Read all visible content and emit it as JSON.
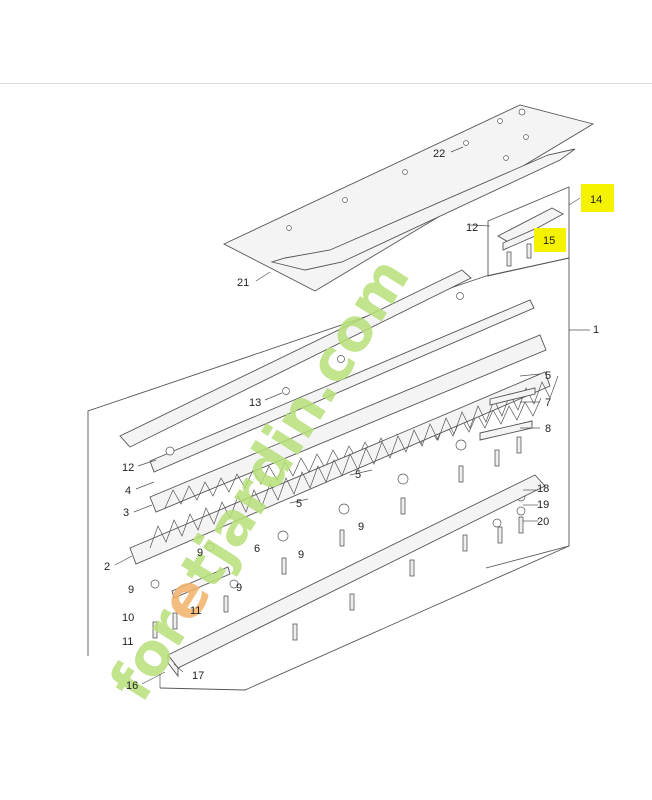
{
  "diagram": {
    "watermark": {
      "brand_green_1": "for",
      "brand_orange": "e",
      "brand_green_2": "tjardin.com",
      "color_green": "#b7e07a",
      "color_orange": "#f3b26a"
    },
    "highlight_color": "#f5f200",
    "labels": {
      "p1": "1",
      "p2": "2",
      "p3": "3",
      "p4": "4",
      "p5a": "5",
      "p5b": "5",
      "p5c": "5",
      "p6": "6",
      "p7": "7",
      "p8": "8",
      "p9a": "9",
      "p9b": "9",
      "p9c": "9",
      "p9d": "9",
      "p9e": "9",
      "p10": "10",
      "p11a": "11",
      "p11b": "11",
      "p12a": "12",
      "p12b": "12",
      "p13": "13",
      "p14": "14",
      "p15": "15",
      "p16": "16",
      "p17": "17",
      "p18": "18",
      "p19": "19",
      "p20": "20",
      "p21": "21",
      "p22": "22"
    }
  }
}
